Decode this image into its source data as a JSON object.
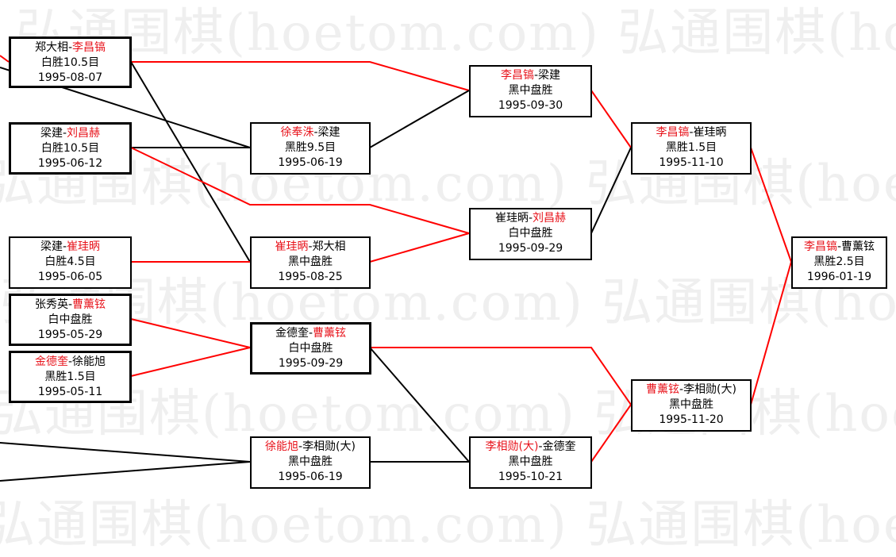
{
  "watermark": "弘通围棋(hoetom.com)",
  "colors": {
    "winner": "#e8141c",
    "line_win": "#ff0000",
    "line_loss": "#000000"
  },
  "matches": [
    {
      "id": "r1a",
      "p1": "郑大相",
      "p2": "李昌镐",
      "winner": 2,
      "result": "白胜10.5目",
      "date": "1995-08-07"
    },
    {
      "id": "r1b",
      "p1": "梁建",
      "p2": "刘昌赫",
      "winner": 2,
      "result": "白胜10.5目",
      "date": "1995-06-12"
    },
    {
      "id": "r1c",
      "p1": "梁建",
      "p2": "崔珪昞",
      "winner": 2,
      "result": "白胜4.5目",
      "date": "1995-06-05"
    },
    {
      "id": "r1d",
      "p1": "张秀英",
      "p2": "曹薰铉",
      "winner": 2,
      "result": "白中盘胜",
      "date": "1995-05-29"
    },
    {
      "id": "r1e",
      "p1": "金德奎",
      "p2": "徐能旭",
      "winner": 1,
      "result": "黑胜1.5目",
      "date": "1995-05-11"
    },
    {
      "id": "r2a",
      "p1": "徐奉洙",
      "p2": "梁建",
      "winner": 1,
      "result": "黑胜9.5目",
      "date": "1995-06-19"
    },
    {
      "id": "r2b",
      "p1": "崔珪昞",
      "p2": "郑大相",
      "winner": 1,
      "result": "黑中盘胜",
      "date": "1995-08-25"
    },
    {
      "id": "r2c",
      "p1": "金德奎",
      "p2": "曹薰铉",
      "winner": 2,
      "result": "白中盘胜",
      "date": "1995-09-29"
    },
    {
      "id": "r2d",
      "p1": "徐能旭",
      "p2": "李相勋(大)",
      "winner": 1,
      "result": "黑中盘胜",
      "date": "1995-06-19"
    },
    {
      "id": "r3a",
      "p1": "李昌镐",
      "p2": "梁建",
      "winner": 1,
      "result": "黑中盘胜",
      "date": "1995-09-30"
    },
    {
      "id": "r3b",
      "p1": "崔珪昞",
      "p2": "刘昌赫",
      "winner": 2,
      "result": "白中盘胜",
      "date": "1995-09-29"
    },
    {
      "id": "r3c",
      "p1": "李相勋(大)",
      "p2": "金德奎",
      "winner": 1,
      "result": "黑中盘胜",
      "date": "1995-10-21"
    },
    {
      "id": "r4a",
      "p1": "李昌镐",
      "p2": "崔珪昞",
      "winner": 1,
      "result": "黑胜1.5目",
      "date": "1995-11-10"
    },
    {
      "id": "r4b",
      "p1": "曹薰铉",
      "p2": "李相勋(大)",
      "winner": 1,
      "result": "黑中盘胜",
      "date": "1995-11-20"
    },
    {
      "id": "final",
      "p1": "李昌镐",
      "p2": "曹薰铉",
      "winner": 1,
      "result": "黑胜2.5目",
      "date": "1996-01-19"
    }
  ]
}
